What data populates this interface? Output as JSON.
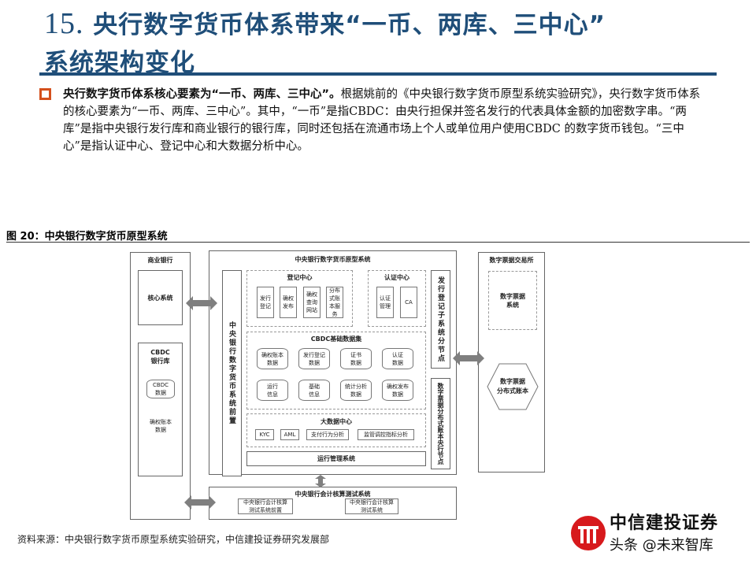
{
  "header": {
    "number": "15.",
    "title_line1": "央行数字货币体系带来“一币、两库、三中心”",
    "title_line2": "系统架构变化"
  },
  "body": {
    "bold_lead": "央行数字货币体系核心要素为“一币、两库、三中心”。",
    "text": "根据姚前的《中央银行数字货币原型系统实验研究》，央行数字货币体系的核心要素为“一币、两库、三中心”。其中，“一币”是指CBDC：由央行担保并签名发行的代表具体金额的加密数字串。“两库”是指中央银行发行库和商业银行的银行库，同时还包括在流通市场上个人或单位用户使用CBDC 的数字货币钱包。“三中心”是指认证中心、登记中心和大数据分析中心。"
  },
  "figure": {
    "caption": "图 20：中央银行数字货币原型系统",
    "commercial_bank": {
      "title": "商业银行",
      "core": "核心系统",
      "bank_vault": "CBDC\n银行库",
      "cbdc_data": "CBDC\n数据",
      "rights_ledger": "确权账本\n数据"
    },
    "central": {
      "title": "中央银行数字货币原型系统",
      "front": "中央银行数字货币系统前置",
      "registration": {
        "title": "登记中心",
        "items": [
          "发行\n登记",
          "确权\n发布",
          "确权\n查询\n网站",
          "分布\n式账\n本服\n务"
        ]
      },
      "certification": {
        "title": "认证中心",
        "items": [
          "认证\n管理",
          "CA"
        ]
      },
      "dataset": {
        "title": "CBDC基础数据集",
        "items": [
          "确权账本\n数据",
          "发行登记\n数据",
          "证书\n数据",
          "认证\n数据",
          "运行\n信息",
          "基础\n信息",
          "统计分析\n数据",
          "确权发布\n数据"
        ]
      },
      "bigdata": {
        "title": "大数据中心",
        "items": [
          "KYC",
          "AML",
          "支付行为分析",
          "监管调控指标分析"
        ]
      },
      "ops": "运行管理系统",
      "issue_node": "发行登记子系统分节点",
      "ledger_node": "数字票据分布式账本央行节点"
    },
    "exchange": {
      "title": "数字票据交易所",
      "system": "数字票据\n系统",
      "ledger": "数字票据\n分布式账本"
    },
    "accounting": {
      "title": "中央银行会计核算测试系统",
      "items": [
        "中央银行会计核算\n测试系统前置",
        "中央银行会计核算\n测试系统"
      ]
    }
  },
  "footer": {
    "source": "资料来源：中央银行数字货币原型系统实验研究，中信建投证券研究发展部",
    "logo_text": "中信建投证券",
    "watermark": "头条 @未来智库"
  },
  "colors": {
    "title": "#1f4e79",
    "bullet": "#d4501c",
    "logo": "#d7191c",
    "arrow": "#7f7f7f"
  }
}
